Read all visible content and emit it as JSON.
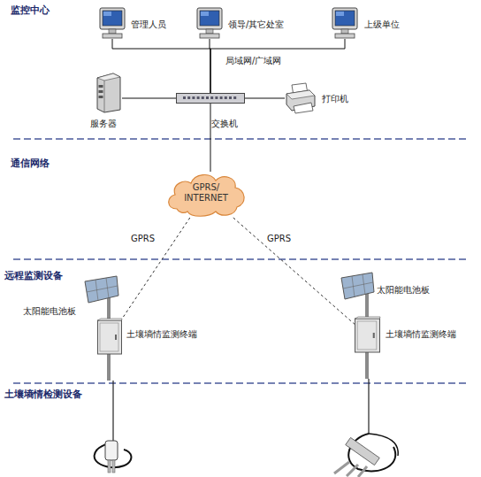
{
  "diagram": {
    "nodes": [
      {
        "text": [
          "管理人员"
        ]
      },
      {
        "text": [
          "领导/其它处室"
        ]
      },
      {
        "text": [
          "上级单位"
        ]
      },
      {
        "text": [
          "服务器"
        ]
      },
      {
        "text": [
          "交换机"
        ]
      },
      {
        "text": [
          "打印机"
        ]
      },
      {
        "text": [
          "GPRS/ INTERNET"
        ]
      },
      {
        "text": [
          "土壤墒情监测终端"
        ]
      },
      {
        "text": [
          "土壤墒情监测终端"
        ]
      }
    ],
    "edges": [
      {
        "from": 0,
        "to": 4,
        "arrow": "none"
      },
      {
        "from": 1,
        "to": 4,
        "arrow": "none"
      },
      {
        "from": 2,
        "to": 4,
        "arrow": "none"
      },
      {
        "from": 3,
        "to": 4,
        "arrow": "none"
      },
      {
        "from": 4,
        "to": 5,
        "arrow": "none"
      },
      {
        "from": 4,
        "to": 6,
        "arrow": "none"
      },
      {
        "from": 6,
        "to": 7,
        "label": "GPRS",
        "arrow": "none"
      },
      {
        "from": 6,
        "to": 8,
        "label": "GPRS",
        "arrow": "none"
      }
    ],
    "labels": [
      "监控中心",
      "局域网/广域网",
      "通信网络",
      "远程监测设备",
      "太阳能电池板",
      "太阳能电池板",
      "土壤墒情检测设备"
    ]
  }
}
